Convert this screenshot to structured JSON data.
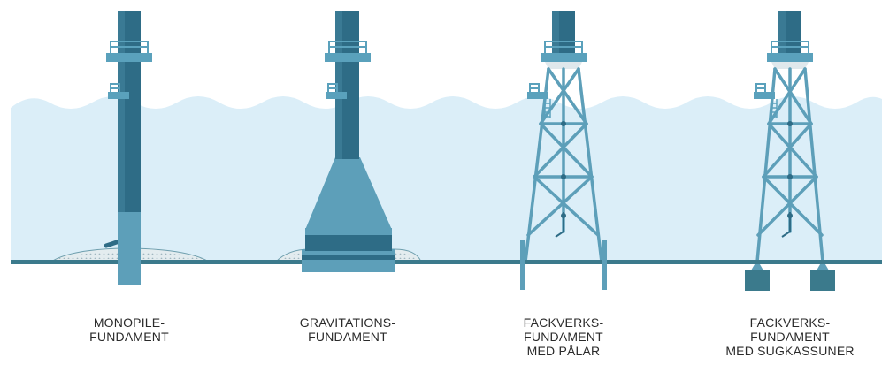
{
  "colors": {
    "water": "#dbeef8",
    "seabed": "#3b7a8c",
    "tower_dark": "#2e6c86",
    "tower_mid": "#5d9fb9",
    "tower_light": "#7ab8cf",
    "platform": "#5aa1bc",
    "sediment": "#e3ecef"
  },
  "foundations": [
    {
      "id": "monopile",
      "caption_lines": [
        "MONOPILE-",
        "FUNDAMENT"
      ]
    },
    {
      "id": "gravity",
      "caption_lines": [
        "GRAVITATIONS-",
        "FUNDAMENT"
      ]
    },
    {
      "id": "jacket-piles",
      "caption_lines": [
        "FACKVERKS-",
        "FUNDAMENT",
        "MED PÅLAR"
      ]
    },
    {
      "id": "jacket-suction",
      "caption_lines": [
        "FACKVERKS-",
        "FUNDAMENT",
        "MED SUGKASSUNER"
      ]
    }
  ]
}
